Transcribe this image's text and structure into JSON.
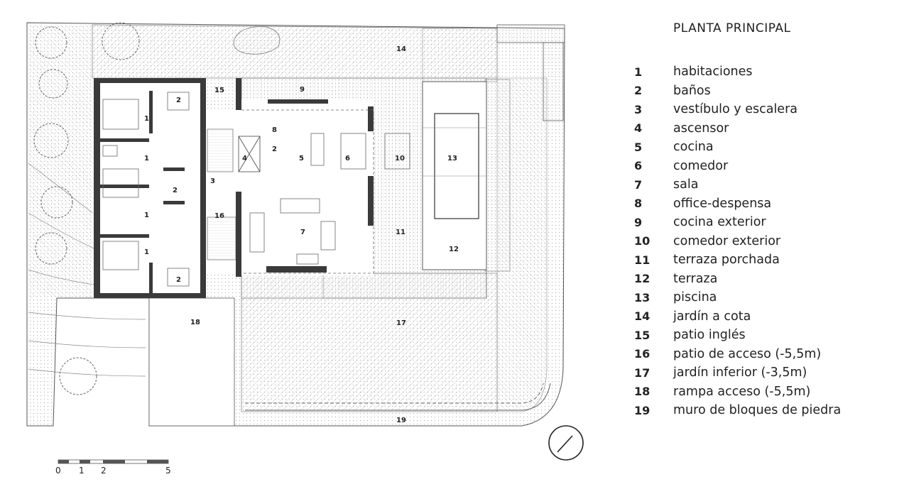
{
  "title": "PLANTA PRINCIPAL",
  "legend": [
    {
      "num": "1",
      "text": "habitaciones"
    },
    {
      "num": "2",
      "text": "baños"
    },
    {
      "num": "3",
      "text": "vestíbulo y escalera"
    },
    {
      "num": "4",
      "text": "ascensor"
    },
    {
      "num": "5",
      "text": "cocina"
    },
    {
      "num": "6",
      "text": "comedor"
    },
    {
      "num": "7",
      "text": "sala"
    },
    {
      "num": "8",
      "text": "office-despensa"
    },
    {
      "num": "9",
      "text": "cocina exterior"
    },
    {
      "num": "10",
      "text": "comedor exterior"
    },
    {
      "num": "11",
      "text": "terraza porchada"
    },
    {
      "num": "12",
      "text": "terraza"
    },
    {
      "num": "13",
      "text": "piscina"
    },
    {
      "num": "14",
      "text": "jardín a cota"
    },
    {
      "num": "15",
      "text": "patio inglés"
    },
    {
      "num": "16",
      "text": "patio de acceso (-5,5m)"
    },
    {
      "num": "17",
      "text": "jardín inferior (-3,5m)"
    },
    {
      "num": "18",
      "text": "rampa acceso (-5,5m)"
    },
    {
      "num": "19",
      "text": "muro de bloques de piedra"
    }
  ],
  "scale": {
    "t0": "0",
    "t1": "1",
    "t2": "2",
    "t5": "5"
  },
  "room_labels": {
    "r1a": "1",
    "r1b": "1",
    "r1c": "1",
    "r1d": "1",
    "r2a": "2",
    "r2b": "2",
    "r2c": "2",
    "r2d": "2",
    "r3": "3",
    "r4": "4",
    "r5": "5",
    "r6": "6",
    "r7": "7",
    "r8": "8",
    "r9": "9",
    "r10": "10",
    "r11": "11",
    "r12": "12",
    "r13": "13",
    "r14": "14",
    "r15": "15",
    "r16": "16",
    "r17": "17",
    "r18": "18",
    "r19": "19"
  },
  "colors": {
    "wall": "#3a3a3a",
    "hatch": "#b5b5b5",
    "line": "#555555"
  },
  "icons": {
    "north": "north-arrow-icon",
    "tree": "tree-icon"
  }
}
